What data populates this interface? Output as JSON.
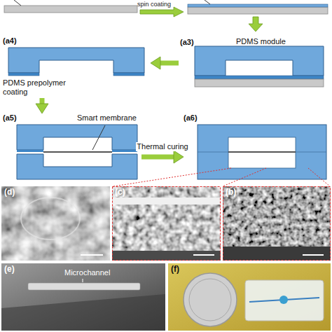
{
  "diagram": {
    "nodes": [
      {
        "text": [
          "(a3)",
          "PDMS module"
        ]
      },
      {
        "text": [
          "(a4)",
          "PDMS prepolymer coating"
        ]
      },
      {
        "text": [
          "(a5)",
          "Smart membrane"
        ]
      },
      {
        "text": [
          "(a6)"
        ]
      }
    ],
    "edges": [
      {
        "from": 0,
        "to": 1,
        "arrow": "to"
      },
      {
        "from": 1,
        "to": 2,
        "arrow": "to"
      },
      {
        "from": 2,
        "to": 3,
        "label": "Thermal curing",
        "arrow": "to"
      }
    ],
    "labels": [
      "spin coating",
      "(d)",
      "(c)",
      "(b)",
      "(e)",
      "Microchannel",
      "(f)"
    ]
  }
}
